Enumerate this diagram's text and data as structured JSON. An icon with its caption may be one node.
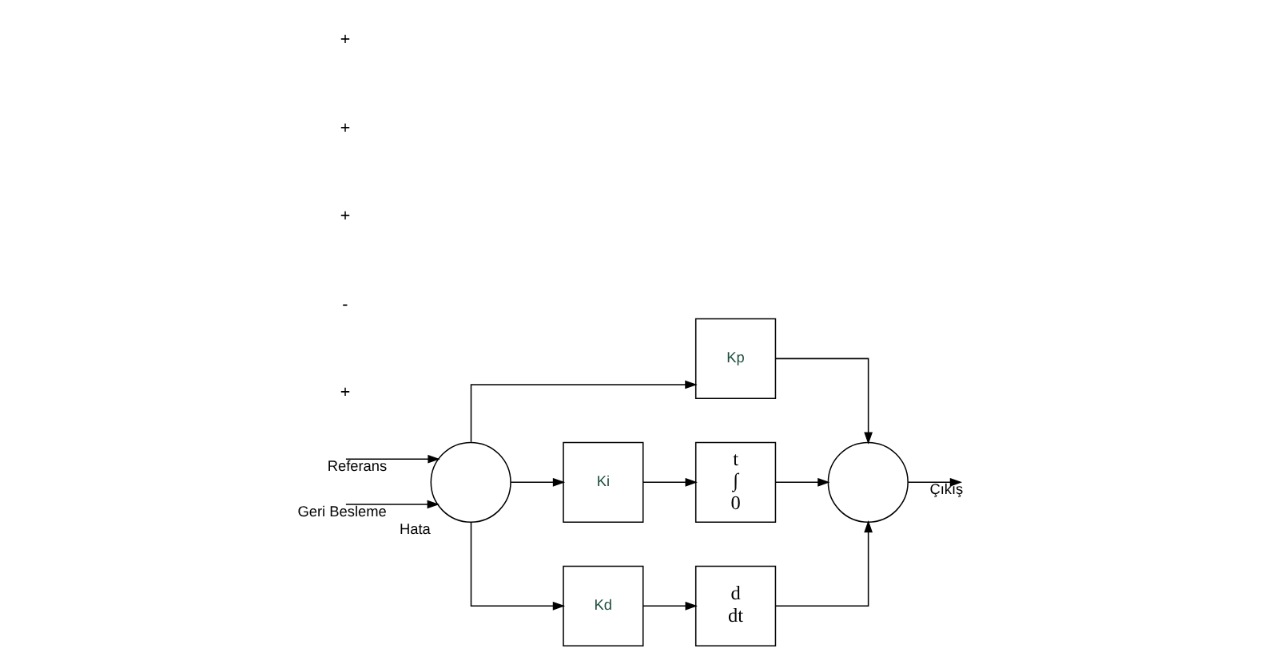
{
  "diagram": {
    "nodes": [
      {
        "text": [],
        "shape": "circle",
        "beside": [
          "Hata"
        ]
      },
      {
        "text": [
          "Kp"
        ]
      },
      {
        "text": [
          "Ki"
        ]
      },
      {
        "text": [
          "Kd"
        ]
      },
      {
        "text": [
          "t",
          "∫",
          "0"
        ]
      },
      {
        "text": [
          "d",
          "dt"
        ]
      },
      {
        "text": [],
        "shape": "circle"
      }
    ],
    "edges": [
      {
        "from": null,
        "to": 0,
        "arrow": "to",
        "label": "Referans"
      },
      {
        "from": null,
        "to": 0,
        "arrow": "to",
        "label": "Geri Besleme"
      },
      {
        "from": 0,
        "to": 1,
        "arrow": "to"
      },
      {
        "from": 0,
        "to": 2,
        "arrow": "to"
      },
      {
        "from": 0,
        "to": 3,
        "arrow": "to"
      },
      {
        "from": 1,
        "to": 6,
        "arrow": "to"
      },
      {
        "from": 2,
        "to": 4,
        "arrow": "to"
      },
      {
        "from": 4,
        "to": 6,
        "arrow": "to"
      },
      {
        "from": 3,
        "to": 5,
        "arrow": "to"
      },
      {
        "from": 5,
        "to": 6,
        "arrow": "to"
      },
      {
        "from": 6,
        "to": null,
        "arrow": "to",
        "label": "Çıkış"
      }
    ],
    "labels": [
      "+",
      "-",
      "+",
      "+",
      "+"
    ]
  }
}
